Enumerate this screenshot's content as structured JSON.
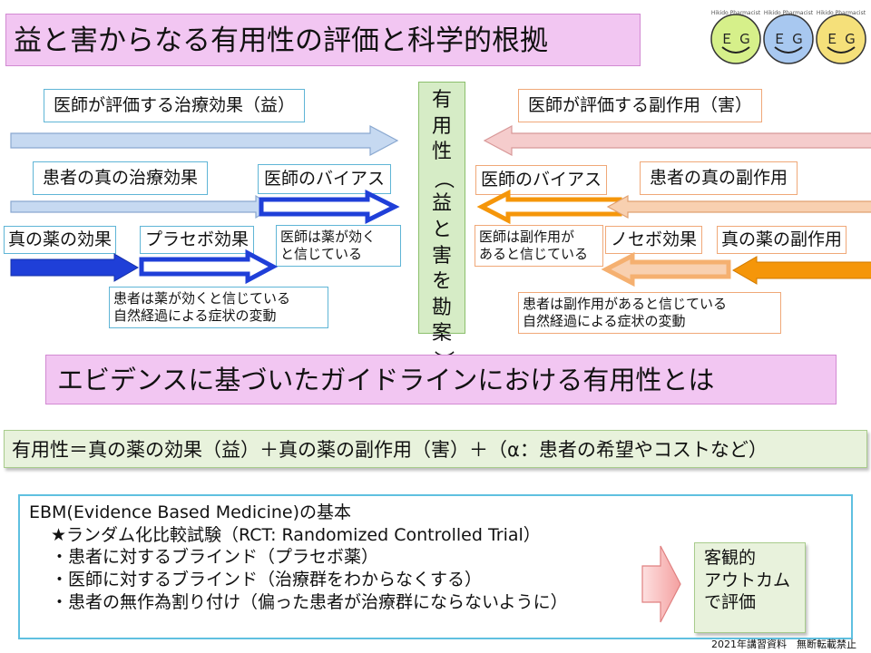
{
  "title": "益と害からなる有用性の評価と科学的根拠",
  "logos": [
    {
      "label": "Ｅ Ｇ",
      "color": "#d6f08a",
      "arc": "Hikido Pharmacist"
    },
    {
      "label": "Ｅ Ｇ",
      "color": "#a8c8f0",
      "arc": "Hikido Pharmacist"
    },
    {
      "label": "Ｅ Ｇ",
      "color": "#f5e07a",
      "arc": "Hikido Pharmacist"
    }
  ],
  "left": {
    "doctor_benefit": "医師が評価する治療効果（益）",
    "patient_true_effect": "患者の真の治療効果",
    "doctor_bias": "医師のバイアス",
    "drug_true_effect": "真の薬の効果",
    "placebo_effect": "プラセボ効果",
    "doctor_belief": [
      "医師は薬が効く",
      "と信じている"
    ],
    "patient_note": [
      "患者は薬が効くと信じている",
      "自然経過による症状の変動"
    ]
  },
  "center": {
    "chars": [
      "有",
      "用",
      "性",
      "（",
      "益",
      "と",
      "害",
      "を",
      "勘",
      "案",
      "）"
    ]
  },
  "right": {
    "doctor_harm": "医師が評価する副作用（害）",
    "patient_true_side": "患者の真の副作用",
    "doctor_bias": "医師のバイアス",
    "doctor_belief": [
      "医師は副作用が",
      "あると信じている"
    ],
    "nocebo_effect": "ノセボ効果",
    "drug_true_side": "真の薬の副作用",
    "patient_note": [
      "患者は副作用があると信じている",
      "自然経過による症状の変動"
    ]
  },
  "band_title": "エビデンスに基づいたガイドラインにおける有用性とは",
  "formula": "有用性＝真の薬の効果（益）＋真の薬の副作用（害）＋（α：患者の希望やコストなど）",
  "ebm": {
    "heading": "EBM(Evidence Based Medicine)の基本",
    "items": [
      "★ランダム化比較試験（RCT: Randomized Controlled Trial）",
      "・患者に対するブラインド（プラセボ薬）",
      "・医師に対するブラインド（治療群をわからなくする）",
      "・患者の無作為割り付け（偏った患者が治療群にならないように）"
    ]
  },
  "outcome": [
    "客観的",
    "アウトカム",
    "で評価"
  ],
  "footer": "2021年講習資料　無断転載禁止",
  "colors": {
    "pink_band": "#f2c6f2",
    "light_blue_arrow": "#c6d9f1",
    "blue_arrow": "#1f3fd8",
    "light_orange_arrow": "#f8d0b0",
    "orange_arrow": "#f5960a",
    "light_pink_arrow": "#f5cccc",
    "green_box": "#e8f2dc"
  }
}
